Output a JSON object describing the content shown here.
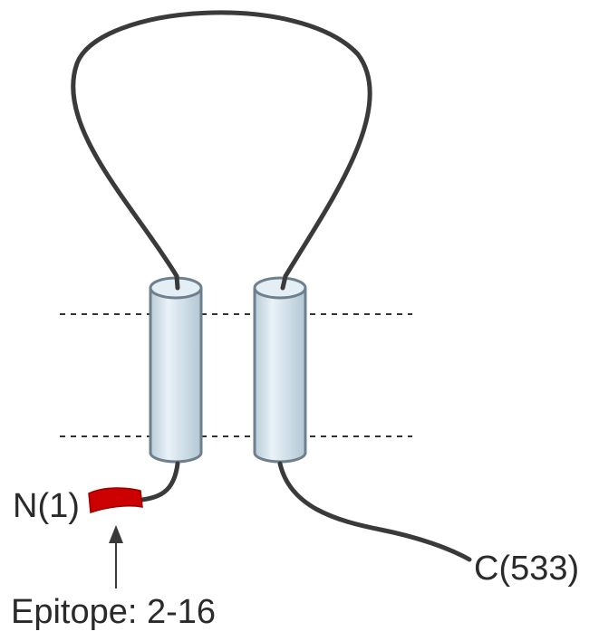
{
  "labels": {
    "n_terminus": "N(1)",
    "c_terminus": "C(533)",
    "epitope": "Epitope: 2-16"
  },
  "colors": {
    "background": "#ffffff",
    "strand": "#3a3a3a",
    "helix_fill": "#d6e6f0",
    "helix_stroke": "#6f7f8c",
    "epitope": "#cc0000",
    "membrane_line": "#333333"
  }
}
